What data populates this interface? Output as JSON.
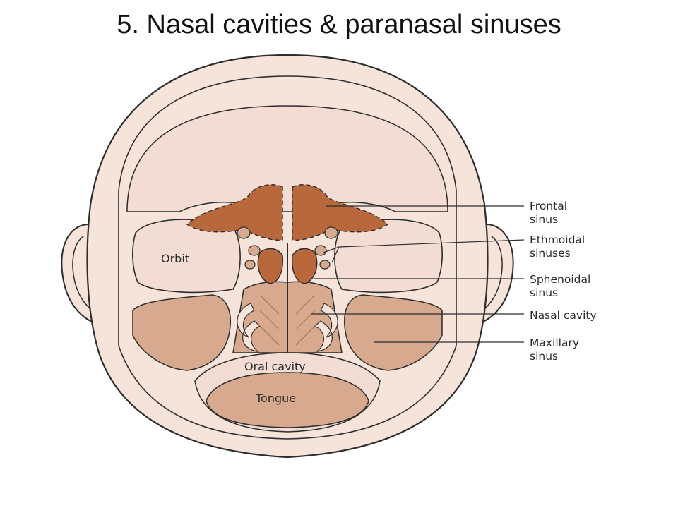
{
  "title": "5. Nasal cavities & paranasal sinuses",
  "regions": {
    "orbit": "Orbit",
    "oral_cavity": "Oral cavity",
    "tongue": "Tongue"
  },
  "callouts": [
    {
      "line1": "Frontal",
      "line2": "sinus"
    },
    {
      "line1": "Ethmoidal",
      "line2": "sinuses"
    },
    {
      "line1": "Sphenoidal",
      "line2": "sinus"
    },
    {
      "line1": "Nasal cavity",
      "line2": ""
    },
    {
      "line1": "Maxillary",
      "line2": "sinus"
    }
  ],
  "colors": {
    "skin": "#f6e3da",
    "bone_light": "#f2dcd3",
    "cavity_tan": "#d7a98e",
    "sinus_brown": "#b8683a",
    "outline": "#2d2d2d"
  }
}
